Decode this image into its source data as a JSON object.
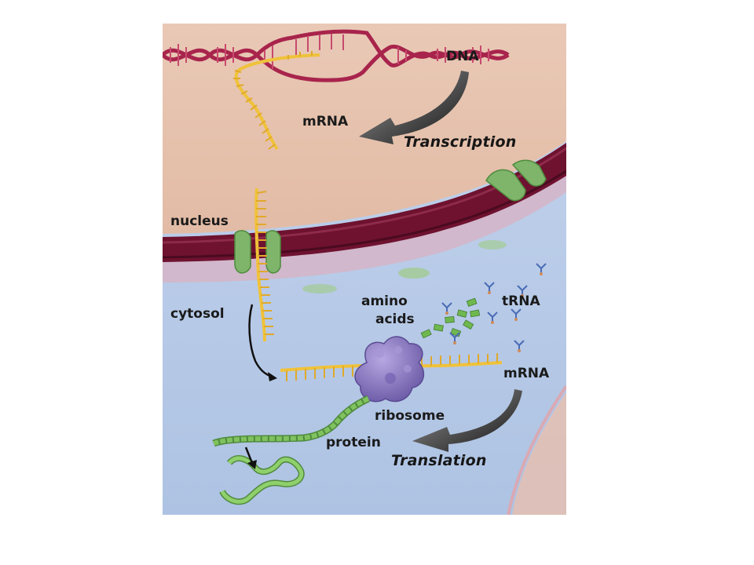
{
  "labels": {
    "dna": "DNA",
    "mrna_top": "mRNA",
    "transcription": "Transcription",
    "nucleus": "nucleus",
    "cytosol": "cytosol",
    "amino_acids_line1": "amino",
    "amino_acids_line2": "acids",
    "trna": "tRNA",
    "mrna_bottom": "mRNA",
    "ribosome": "ribosome",
    "protein": "protein",
    "translation": "Translation"
  },
  "colors": {
    "nucleus_background": "#e6c2ae",
    "cytosol_background": "#b8cbe6",
    "nuclear_envelope": "#6e1230",
    "nuclear_pore": "#7fb56a",
    "dna": "#a8244c",
    "mrna": "#f0c23a",
    "ribosome": "#8b78c4",
    "protein": "#6fb84f",
    "trna": "#5a7ec8",
    "arrow": "#1a1a1a"
  },
  "icons": [
    "dna-helix",
    "mrna-strand",
    "nuclear-pore",
    "ribosome",
    "trna-molecule",
    "amino-acid-block",
    "protein-chain",
    "process-arrow"
  ]
}
